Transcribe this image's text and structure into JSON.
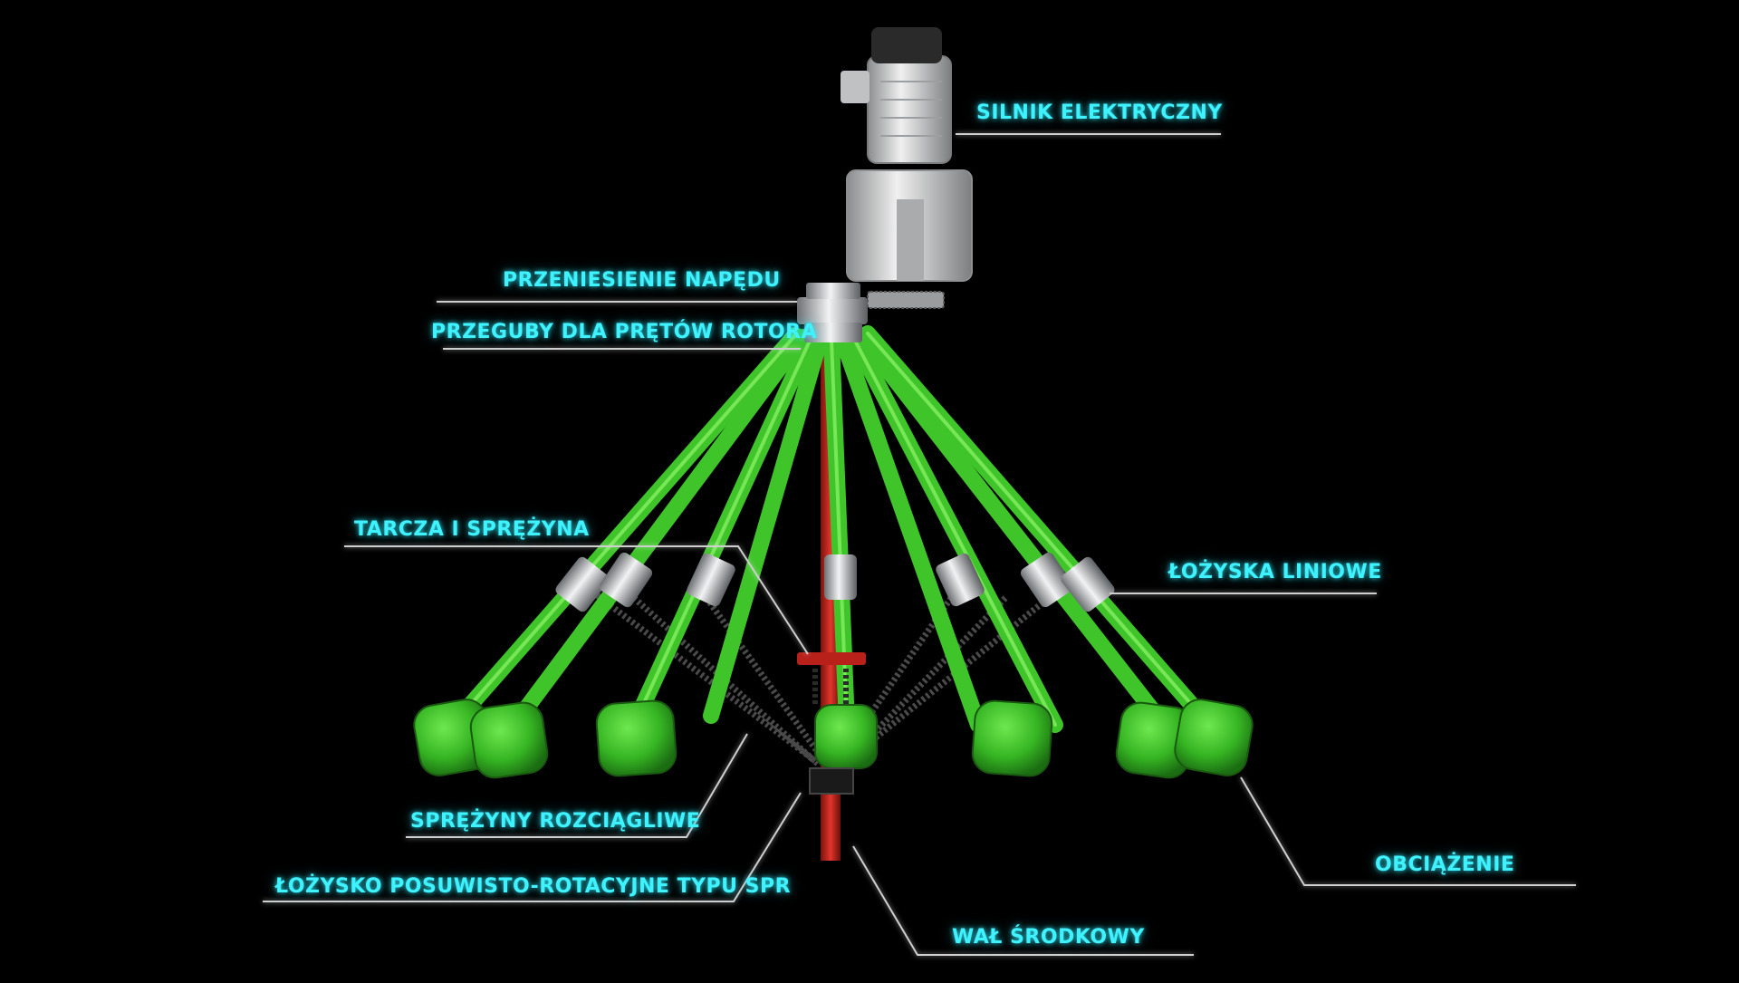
{
  "colors": {
    "background": "#000000",
    "label": "#3ff2ff",
    "leader_line": "#cfcfcf",
    "rod": "#3fc42a",
    "rod_highlight": "#7cf05a",
    "weight": "#36b523",
    "shaft": "#c0231b",
    "steel": "#c9ccce",
    "spring": "#3a3a3a",
    "motor_housing": "#d9d9d9",
    "motor_cap": "#2a2a2a"
  },
  "labels": {
    "motor": "SILNIK ELEKTRYCZNY",
    "drive": "PRZENIESIENIE NAPĘDU",
    "joints": "PRZEGUBY DLA PRĘTÓW ROTORA",
    "disc_spring": "TARCZA I SPRĘŻYNA",
    "linear_bearings": "ŁOŻYSKA LINIOWE",
    "tension_springs": "SPRĘŻYNY ROZCIĄGLIWE",
    "spr_bearing": "ŁOŻYSKO POSUWISTO-ROTACYJNE TYPU SPR",
    "load": "OBCIĄŻENIE",
    "central_shaft": "WAŁ ŚRODKOWY"
  }
}
